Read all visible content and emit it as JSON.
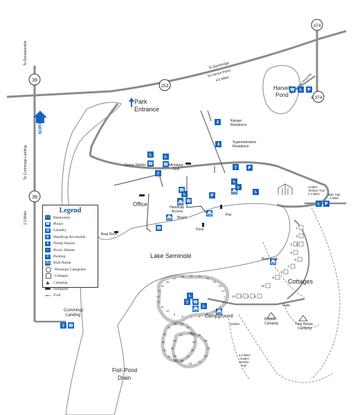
{
  "roads": {
    "hwy_39": "39",
    "hwy_253": "253",
    "hwy_374_top": "374",
    "hwy_374_bottom": "374",
    "to_donalsonville": "To Donalsonville",
    "to_bainbridge": "To Bainbridge",
    "to_harvel_pond": "To Harvel Pond",
    "to_harvel_pond_distance": "4.0 Miles",
    "to_cummings_landing": "To Cummings Landing",
    "distance_2_3": "2.3 Miles"
  },
  "places": {
    "park_entrance_line1": "Park",
    "park_entrance_line2": "Entrance",
    "harvel_pond_line1": "Harvel",
    "harvel_pond_line2": "Pond",
    "harvel_pond_rd": "Harvel Pond Rd",
    "ranger_residence_line1": "Ranger",
    "ranger_residence_line2": "Residence",
    "superintendent_line1": "Superintendent",
    "superintendent_line2": "Residence",
    "group_shelter": "Group Shelter",
    "miniature_golf_line1": "Miniature",
    "miniature_golf_line2": "Golf",
    "office": "Office",
    "handicap_access_line1": "Handicap",
    "handicap_access_line2": "Access",
    "beach": "Beach",
    "dock": "Dock",
    "pier": "Pier",
    "boat_dock_left": "Boat Dock",
    "boat_dock_right": "Boat Dock",
    "lake_seminole": "Lake Seminole",
    "cottages": "Cottages",
    "campground": "Campground",
    "gate": "Gate",
    "pioneer_camping_line1": "Pioneer",
    "pioneer_camping_line2": "Camping",
    "tree_house_line1": "Tree House",
    "tree_house_line2": "Camping",
    "cummings_landing_line1": "Cummings",
    "cummings_landing_line2": "Landing",
    "fish_pond_line1": "Fish Pond",
    "fish_pond_line2": "Drain",
    "north": "NORTH",
    "gopher_trail_top_line1": "Gopher",
    "gopher_trail_top_line2": "Tortoise Trail",
    "gopher_trail_top_line3": "2.2 Miles",
    "bike_trail_line1": "Bike Trail",
    "bike_trail_line2": "3 Miles",
    "gopher_trail_bottom_line1": "2.2 Miles",
    "gopher_trail_bottom_line2": "Gopher",
    "gopher_trail_bottom_line3": "Tortoise",
    "gopher_trail_bottom_line4": "Trail",
    "shelter_word": "Shelter"
  },
  "legend": {
    "title": "Legend",
    "items": [
      {
        "label": "Restrooms",
        "icon": "restroom-icon",
        "glyph": "♀♂"
      },
      {
        "label": "Phone",
        "icon": "phone-icon",
        "glyph": "☎"
      },
      {
        "label": "Laundry",
        "icon": "laundry-icon",
        "glyph": "▤"
      },
      {
        "label": "Handicap Accessible",
        "icon": "wheelchair-icon",
        "glyph": "♿"
      },
      {
        "label": "Dump Station",
        "icon": "dump-station-icon",
        "glyph": "⬇"
      },
      {
        "label": "Picnic Shelter",
        "icon": "picnic-shelter-icon",
        "glyph": "⌂"
      },
      {
        "label": "Parking",
        "icon": "parking-icon",
        "glyph": "P"
      },
      {
        "label": "Boat Ramp",
        "icon": "boat-ramp-icon",
        "glyph": "⛴"
      },
      {
        "label": "Premium Campsites",
        "icon": "premium-campsite-icon",
        "glyph": ""
      },
      {
        "label": "Cottages",
        "icon": "cottage-icon",
        "glyph": ""
      },
      {
        "label": "Camping",
        "icon": "camping-tent-icon",
        "glyph": "▲"
      },
      {
        "label": "Dumpster",
        "icon": "dumpster-icon",
        "glyph": ""
      },
      {
        "label": "Trail",
        "icon": "trail-icon",
        "glyph": ""
      }
    ]
  },
  "cottage_numbers": [
    "1",
    "2",
    "3",
    "4",
    "5",
    "6",
    "7",
    "8",
    "9",
    "10",
    "11",
    "12",
    "13",
    "14"
  ],
  "campsite_numbers": [
    "1",
    "2",
    "3",
    "4",
    "5",
    "6",
    "7",
    "8",
    "9",
    "10",
    "11",
    "12",
    "13",
    "14",
    "15",
    "16",
    "17",
    "18",
    "19",
    "20",
    "21",
    "22",
    "23",
    "24",
    "25",
    "26",
    "27",
    "28",
    "29",
    "30",
    "31",
    "32",
    "33",
    "34",
    "35",
    "36",
    "37",
    "38",
    "39",
    "40",
    "41",
    "42",
    "43",
    "44",
    "45",
    "46",
    "47",
    "48",
    "49",
    "50"
  ],
  "colors": {
    "water": "#ffffff",
    "road": "#8a8a8a",
    "icon_blue": "#1565c0",
    "legend_title": "#1a4f9c"
  }
}
